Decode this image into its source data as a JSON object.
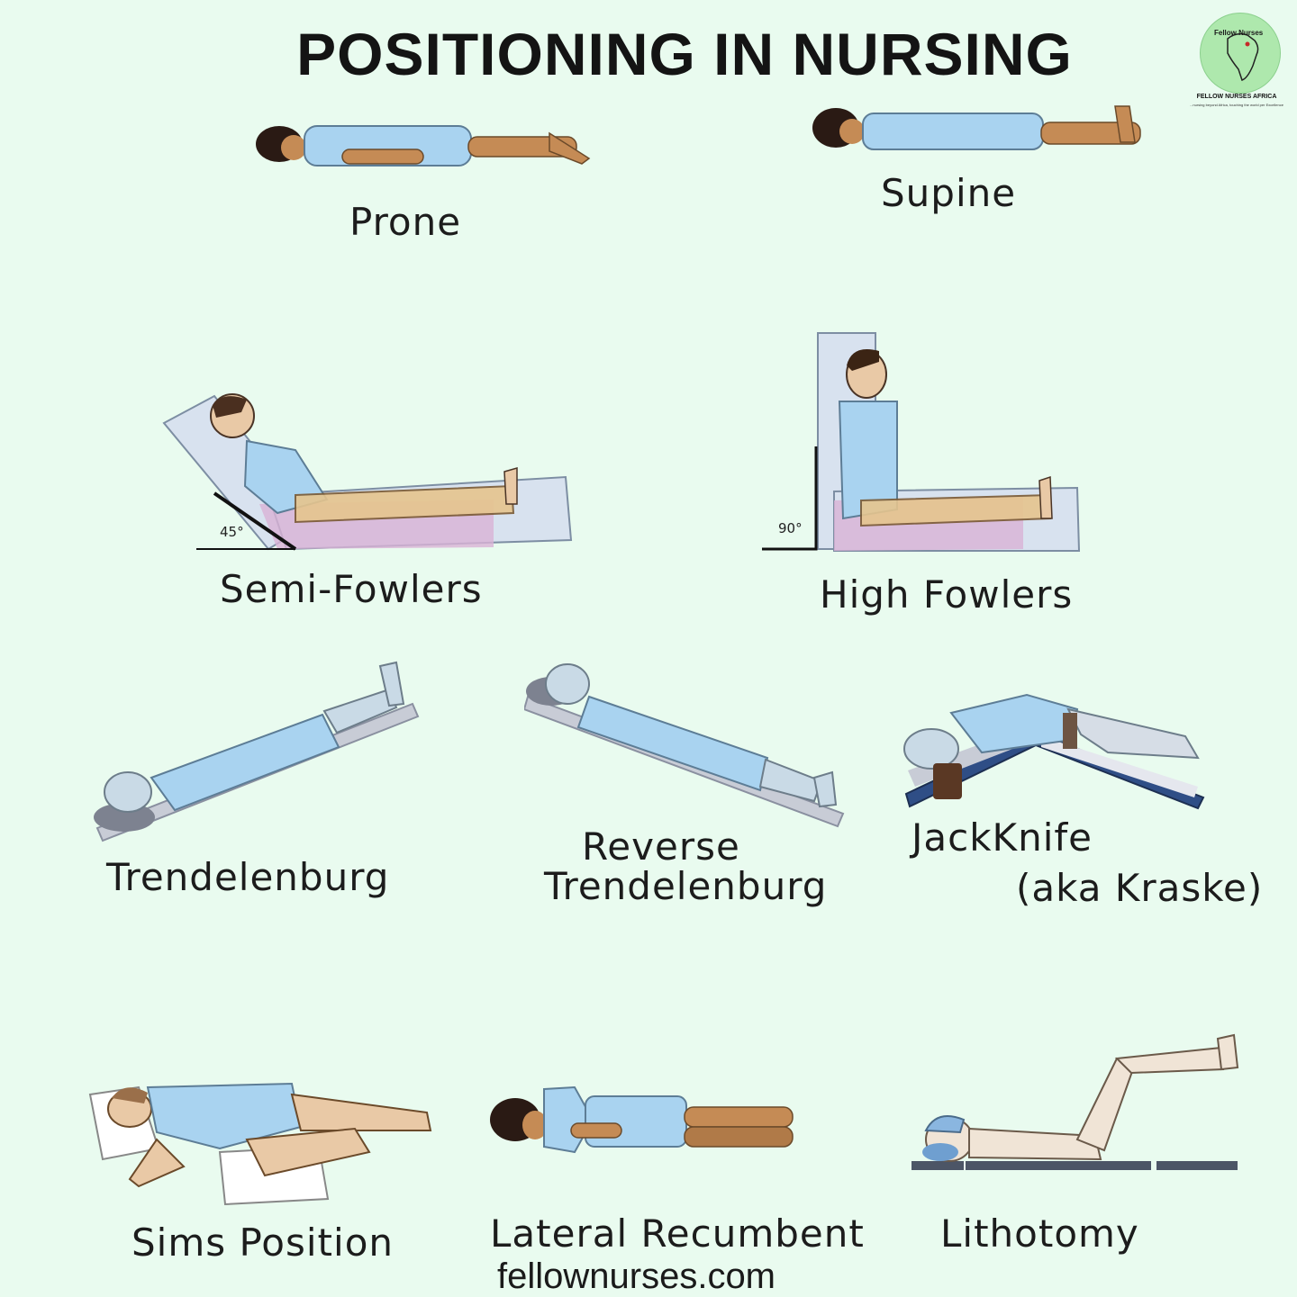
{
  "title": "POSITIONING IN NURSING",
  "logo": {
    "badge_text": "Fellow Nurses",
    "name": "FELLOW NURSES AFRICA",
    "tagline": "...nursing beyond Africa, touching the world per Excellence"
  },
  "positions": {
    "prone": "Prone",
    "supine": "Supine",
    "semi_fowlers": "Semi-Fowlers",
    "semi_fowlers_angle": "45°",
    "high_fowlers": "High Fowlers",
    "high_fowlers_angle": "90°",
    "trendelenburg": "Trendelenburg",
    "reverse_trendelenburg_line1": "Reverse",
    "reverse_trendelenburg_line2": "Trendelenburg",
    "jackknife_line1": "JackKnife",
    "jackknife_line2": "(aka Kraske)",
    "sims": "Sims Position",
    "lateral_recumbent": "Lateral Recumbent",
    "lithotomy": "Lithotomy"
  },
  "footer": "fellownurses.com",
  "colors": {
    "background": "#e9fbef",
    "gown": "#a9d3f0",
    "skin_dark": "#c58b55",
    "skin_light": "#e9c9a6",
    "bed": "#d8e2ef",
    "sheet": "#d9b3d6"
  }
}
